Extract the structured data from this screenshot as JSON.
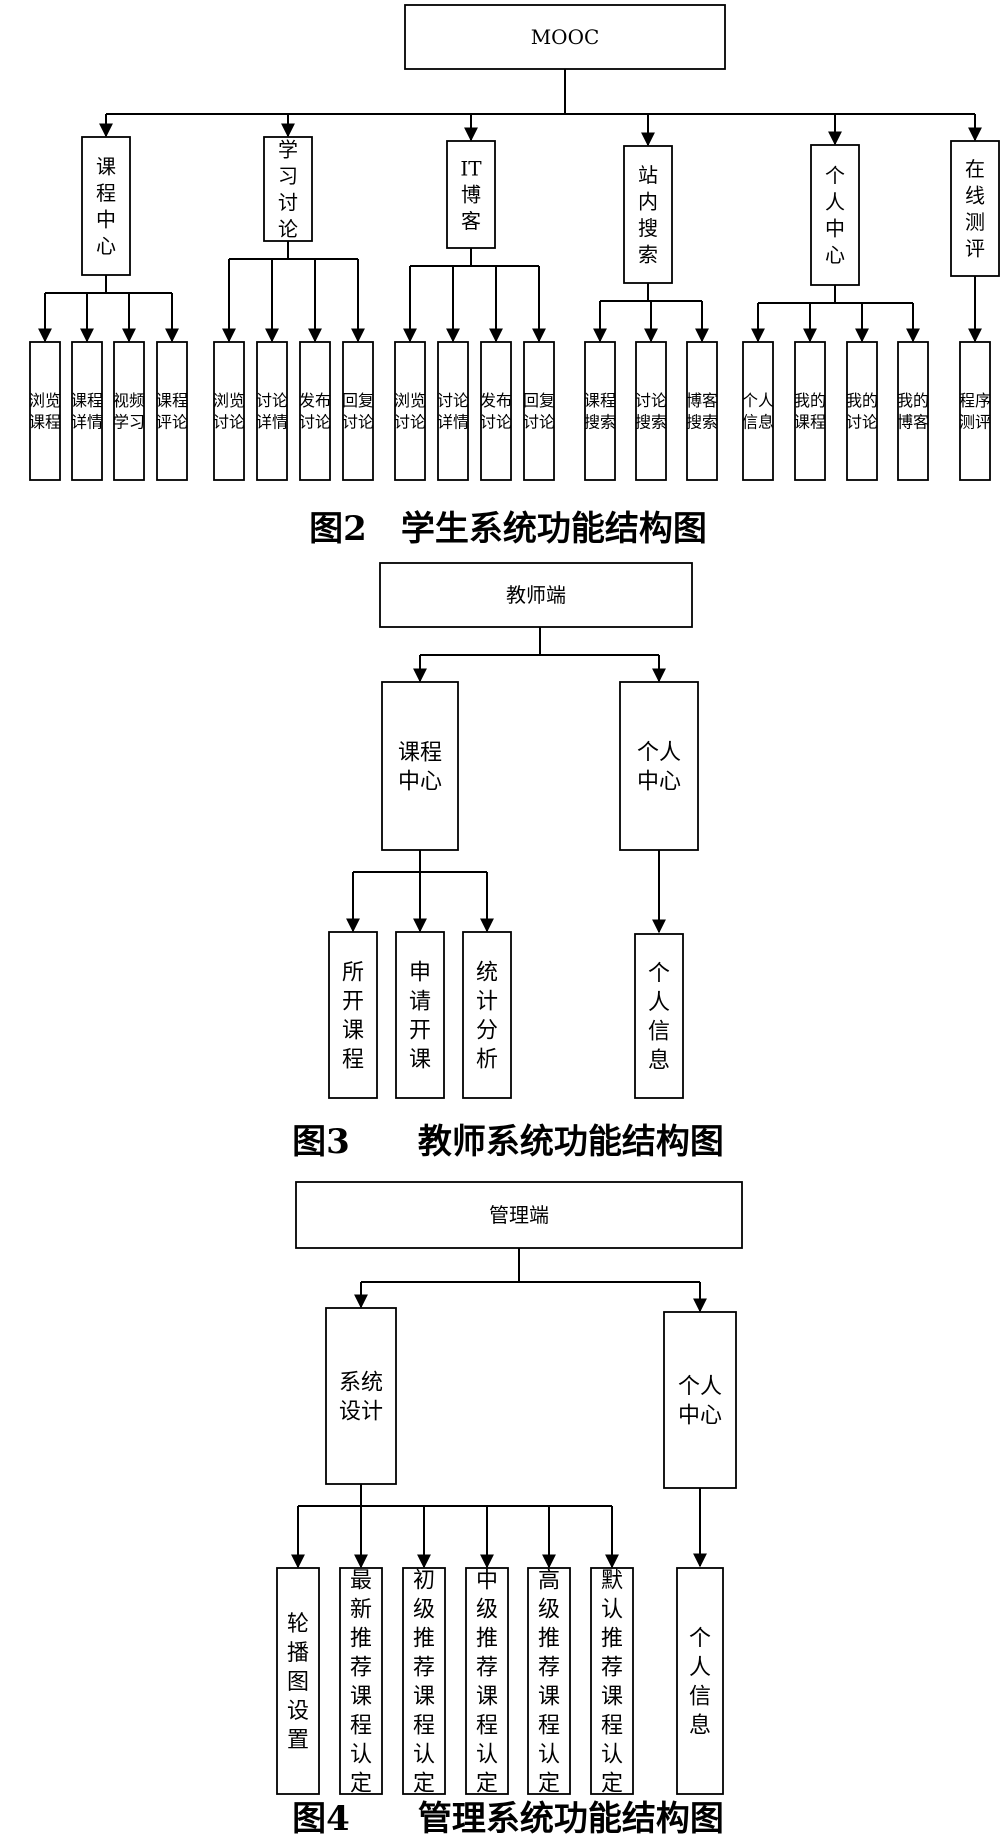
{
  "colors": {
    "line": "#000000",
    "box_fill": "#ffffff"
  },
  "diagrams": [
    {
      "root": "MOOC",
      "caption": "图2　学生系统功能结构图",
      "groups": [
        {
          "label": "课程中心",
          "children": [
            "浏览课程",
            "课程详情",
            "视频学习",
            "课程评论"
          ]
        },
        {
          "label": "学习讨论",
          "children": [
            "浏览讨论",
            "讨论详情",
            "发布讨论",
            "回复讨论"
          ]
        },
        {
          "label": "IT博客",
          "children": [
            "浏览讨论",
            "讨论详情",
            "发布讨论",
            "回复讨论"
          ]
        },
        {
          "label": "站内搜索",
          "children": [
            "课程搜索",
            "讨论搜索",
            "博客搜索"
          ]
        },
        {
          "label": "个人中心",
          "children": [
            "个人信息",
            "我的课程",
            "我的讨论",
            "我的博客"
          ]
        },
        {
          "label": "在线测评",
          "children": [
            "程序测评"
          ]
        }
      ]
    },
    {
      "root": "教师端",
      "caption": "图3　　教师系统功能结构图",
      "groups": [
        {
          "label": "课程中心",
          "children": [
            "所开课程",
            "申请开课",
            "统计分析"
          ]
        },
        {
          "label": "个人中心",
          "children": [
            "个人信息"
          ]
        }
      ]
    },
    {
      "root": "管理端",
      "caption": "图4　　管理系统功能结构图",
      "groups": [
        {
          "label": "系统设计",
          "children": [
            "轮播图设置",
            "最新推荐课程认定",
            "初级推荐课程认定",
            "中级推荐课程认定",
            "高级推荐课程认定",
            "默认推荐课程认定"
          ]
        },
        {
          "label": "个人中心",
          "children": [
            "个人信息"
          ]
        }
      ]
    }
  ]
}
